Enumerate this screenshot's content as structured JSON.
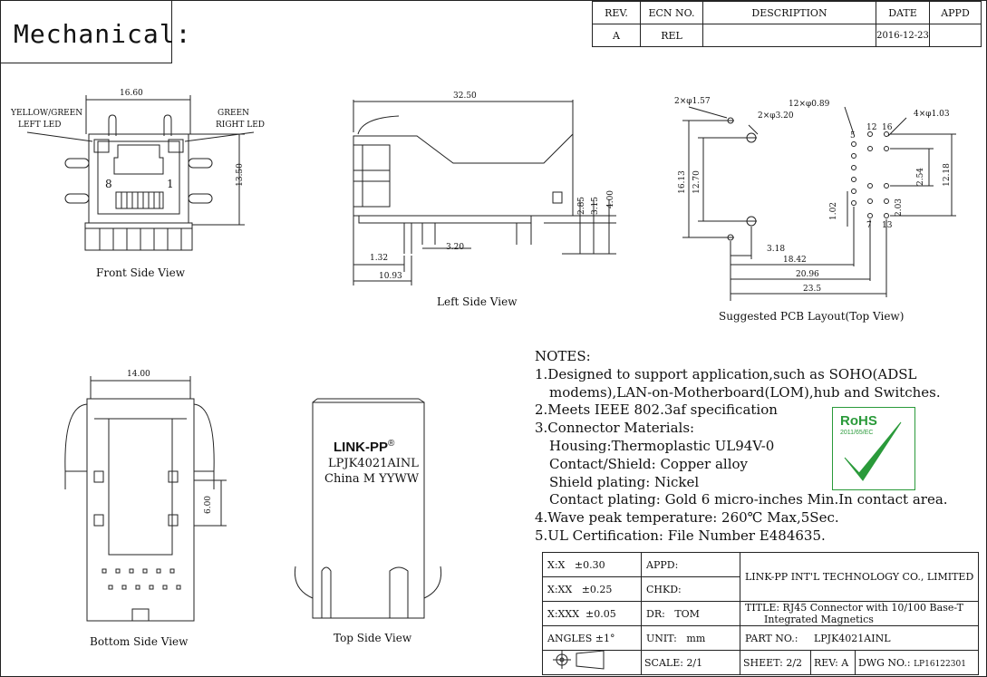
{
  "header": {
    "title": "Mechanical:",
    "rev_table": {
      "headers": [
        "REV.",
        "ECN NO.",
        "DESCRIPTION",
        "DATE",
        "APPD"
      ],
      "row": [
        "A",
        "REL",
        "",
        "2016-12-23",
        ""
      ]
    }
  },
  "front_view": {
    "caption": "Front Side View",
    "dim_width": "16.60",
    "dim_height": "13.50",
    "left_led": [
      "YELLOW/GREEN",
      "LEFT LED"
    ],
    "right_led": [
      "GREEN",
      "RIGHT LED"
    ],
    "pin_8": "8",
    "pin_1": "1"
  },
  "left_view": {
    "caption": "Left Side View",
    "dim_length": "32.50",
    "dims": [
      "2.85",
      "3.15",
      "4.00",
      "1.32",
      "3.20",
      "10.93"
    ]
  },
  "pcb_view": {
    "caption": "Suggested PCB Layout(Top View)",
    "hole_labels": [
      "2×φ1.57",
      "2×φ3.20",
      "12×φ0.89",
      "4×φ1.03"
    ],
    "dims": [
      "16.13",
      "12.70",
      "1.02",
      "2.03",
      "2.54",
      "12.18",
      "3.18",
      "18.42",
      "20.96",
      "23.5"
    ],
    "pin_numbers": [
      "12",
      "16",
      "5",
      "7",
      "13"
    ]
  },
  "bottom_view": {
    "caption": "Bottom Side View",
    "dim_width": "14.00",
    "dim_height": "6.00"
  },
  "top_view": {
    "caption": "Top Side View",
    "brand": "LINK-PP",
    "registered": "®",
    "part": "LPJK4021AINL",
    "origin": "China M YYWW"
  },
  "notes": {
    "heading": "NOTES:",
    "lines": [
      "1.Designed to support application,such as SOHO(ADSL",
      "  modems),LAN-on-Motherboard(LOM),hub and Switches.",
      "2.Meets IEEE 802.3af specification",
      "3.Connector Materials:",
      "  Housing:Thermoplastic UL94V-0",
      "  Contact/Shield: Copper alloy",
      "  Shield plating: Nickel",
      "  Contact plating: Gold 6 micro-inches Min.In contact area.",
      "4.Wave peak temperature: 260℃ Max,5Sec.",
      "5.UL Certification: File Number E484635."
    ]
  },
  "rohs": {
    "title": "RoHS",
    "sub": "2011/65/EC",
    "check_color": "#2a9a3a"
  },
  "title_block": {
    "tol_x": "X:X",
    "tol_x_val": "±0.30",
    "tol_xx": "X:XX",
    "tol_xx_val": "±0.25",
    "tol_xxx": "X:XXX",
    "tol_xxx_val": "±0.05",
    "angles": "ANGLES ±1°",
    "appd": "APPD:",
    "chkd": "CHKD:",
    "dr_label": "DR:",
    "dr_val": "TOM",
    "unit_label": "UNIT:",
    "unit_val": "mm",
    "company": "LINK-PP INT'L TECHNOLOGY CO., LIMITED",
    "title_line1": "TITLE: RJ45 Connector with 10/100 Base-T",
    "title_line2": "Integrated Magnetics",
    "part_label": "PART NO.:",
    "part_val": "LPJK4021AINL",
    "scale_label": "SCALE:",
    "scale_val": "2/1",
    "sheet_label": "SHEET:",
    "sheet_val": "2/2",
    "rev_label": "REV:",
    "rev_val": "A",
    "dwg_label": "DWG NO.:",
    "dwg_val": "LP16122301"
  }
}
